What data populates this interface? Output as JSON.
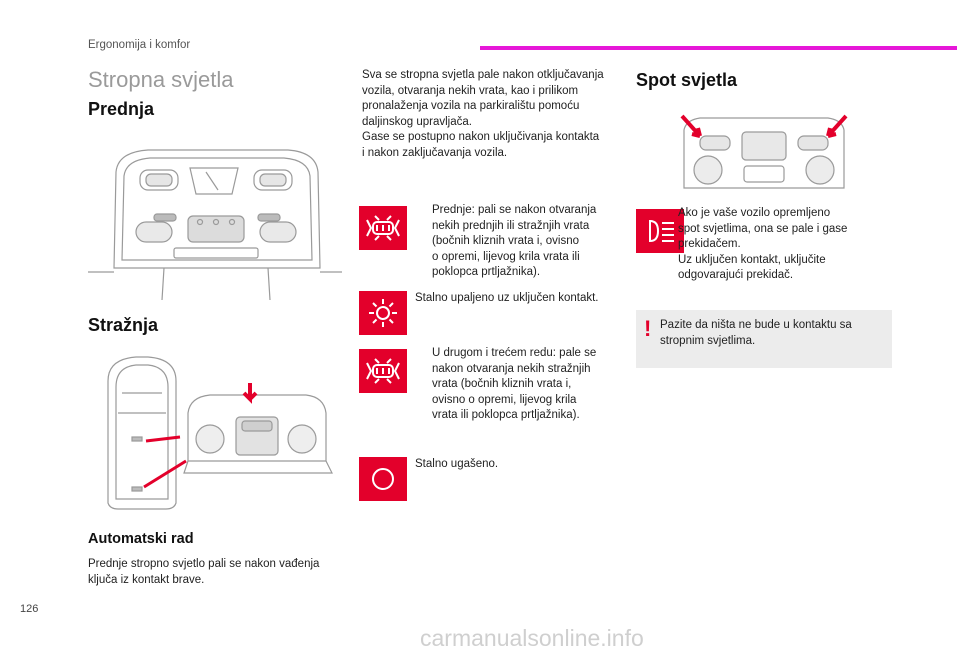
{
  "header": {
    "section": "Ergonomija i komfor",
    "accent_color": "#e617d8"
  },
  "title": "Stropna svjetla",
  "left": {
    "front_heading": "Prednja",
    "rear_heading": "Stražnja",
    "auto_heading": "Automatski rad",
    "auto_text": [
      "Prednje stropno svjetlo pali se nakon vađenja",
      "ključa iz kontakt brave."
    ]
  },
  "middle": {
    "intro": [
      "Sva se stropna svjetla pale nakon otključavanja",
      "vozila, otvaranja nekih vrata, kao i prilikom",
      "pronalaženja vozila na parkiralištu pomoću",
      "daljinskog upravljača.",
      "Gase se postupno nakon uključivanja kontakta",
      "i nakon zaključavanja vozila."
    ],
    "front_mode": [
      "Prednje: pali se nakon otvaranja",
      "nekih prednjih ili stražnjih vrata",
      "(bočnih kliznih vrata i, ovisno",
      "o opremi, lijevog krila vrata ili",
      "poklopca prtljažnika)."
    ],
    "always_on": "Stalno upaljeno uz uključen kontakt.",
    "rear_mode": [
      "U drugom i trećem redu: pale se",
      "nakon otvaranja nekih stražnjih",
      "vrata (bočnih kliznih vrata i,",
      "ovisno o opremi, lijevog krila",
      "vrata ili poklopca prtljažnika)."
    ],
    "always_off": "Stalno ugašeno."
  },
  "right": {
    "heading": "Spot svjetla",
    "spot_text": [
      "Ako je vaše vozilo opremljeno",
      "spot svjetlima, ona se pale i gase",
      "prekidačem.",
      "Uz uključen kontakt, uključite",
      "odgovarajući prekidač."
    ],
    "note_symbol": "!",
    "note_text": [
      "Pazite da ništa ne bude u kontaktu sa",
      "stropnim svjetlima."
    ]
  },
  "footer": {
    "page_number": "126",
    "watermark": "carmanualsonline.info"
  },
  "colors": {
    "icon_red": "#e3002b",
    "note_bg": "#ececec"
  },
  "icons": [
    "door-light-icon",
    "sun-icon",
    "circle-off-icon",
    "spotlight-icon"
  ]
}
